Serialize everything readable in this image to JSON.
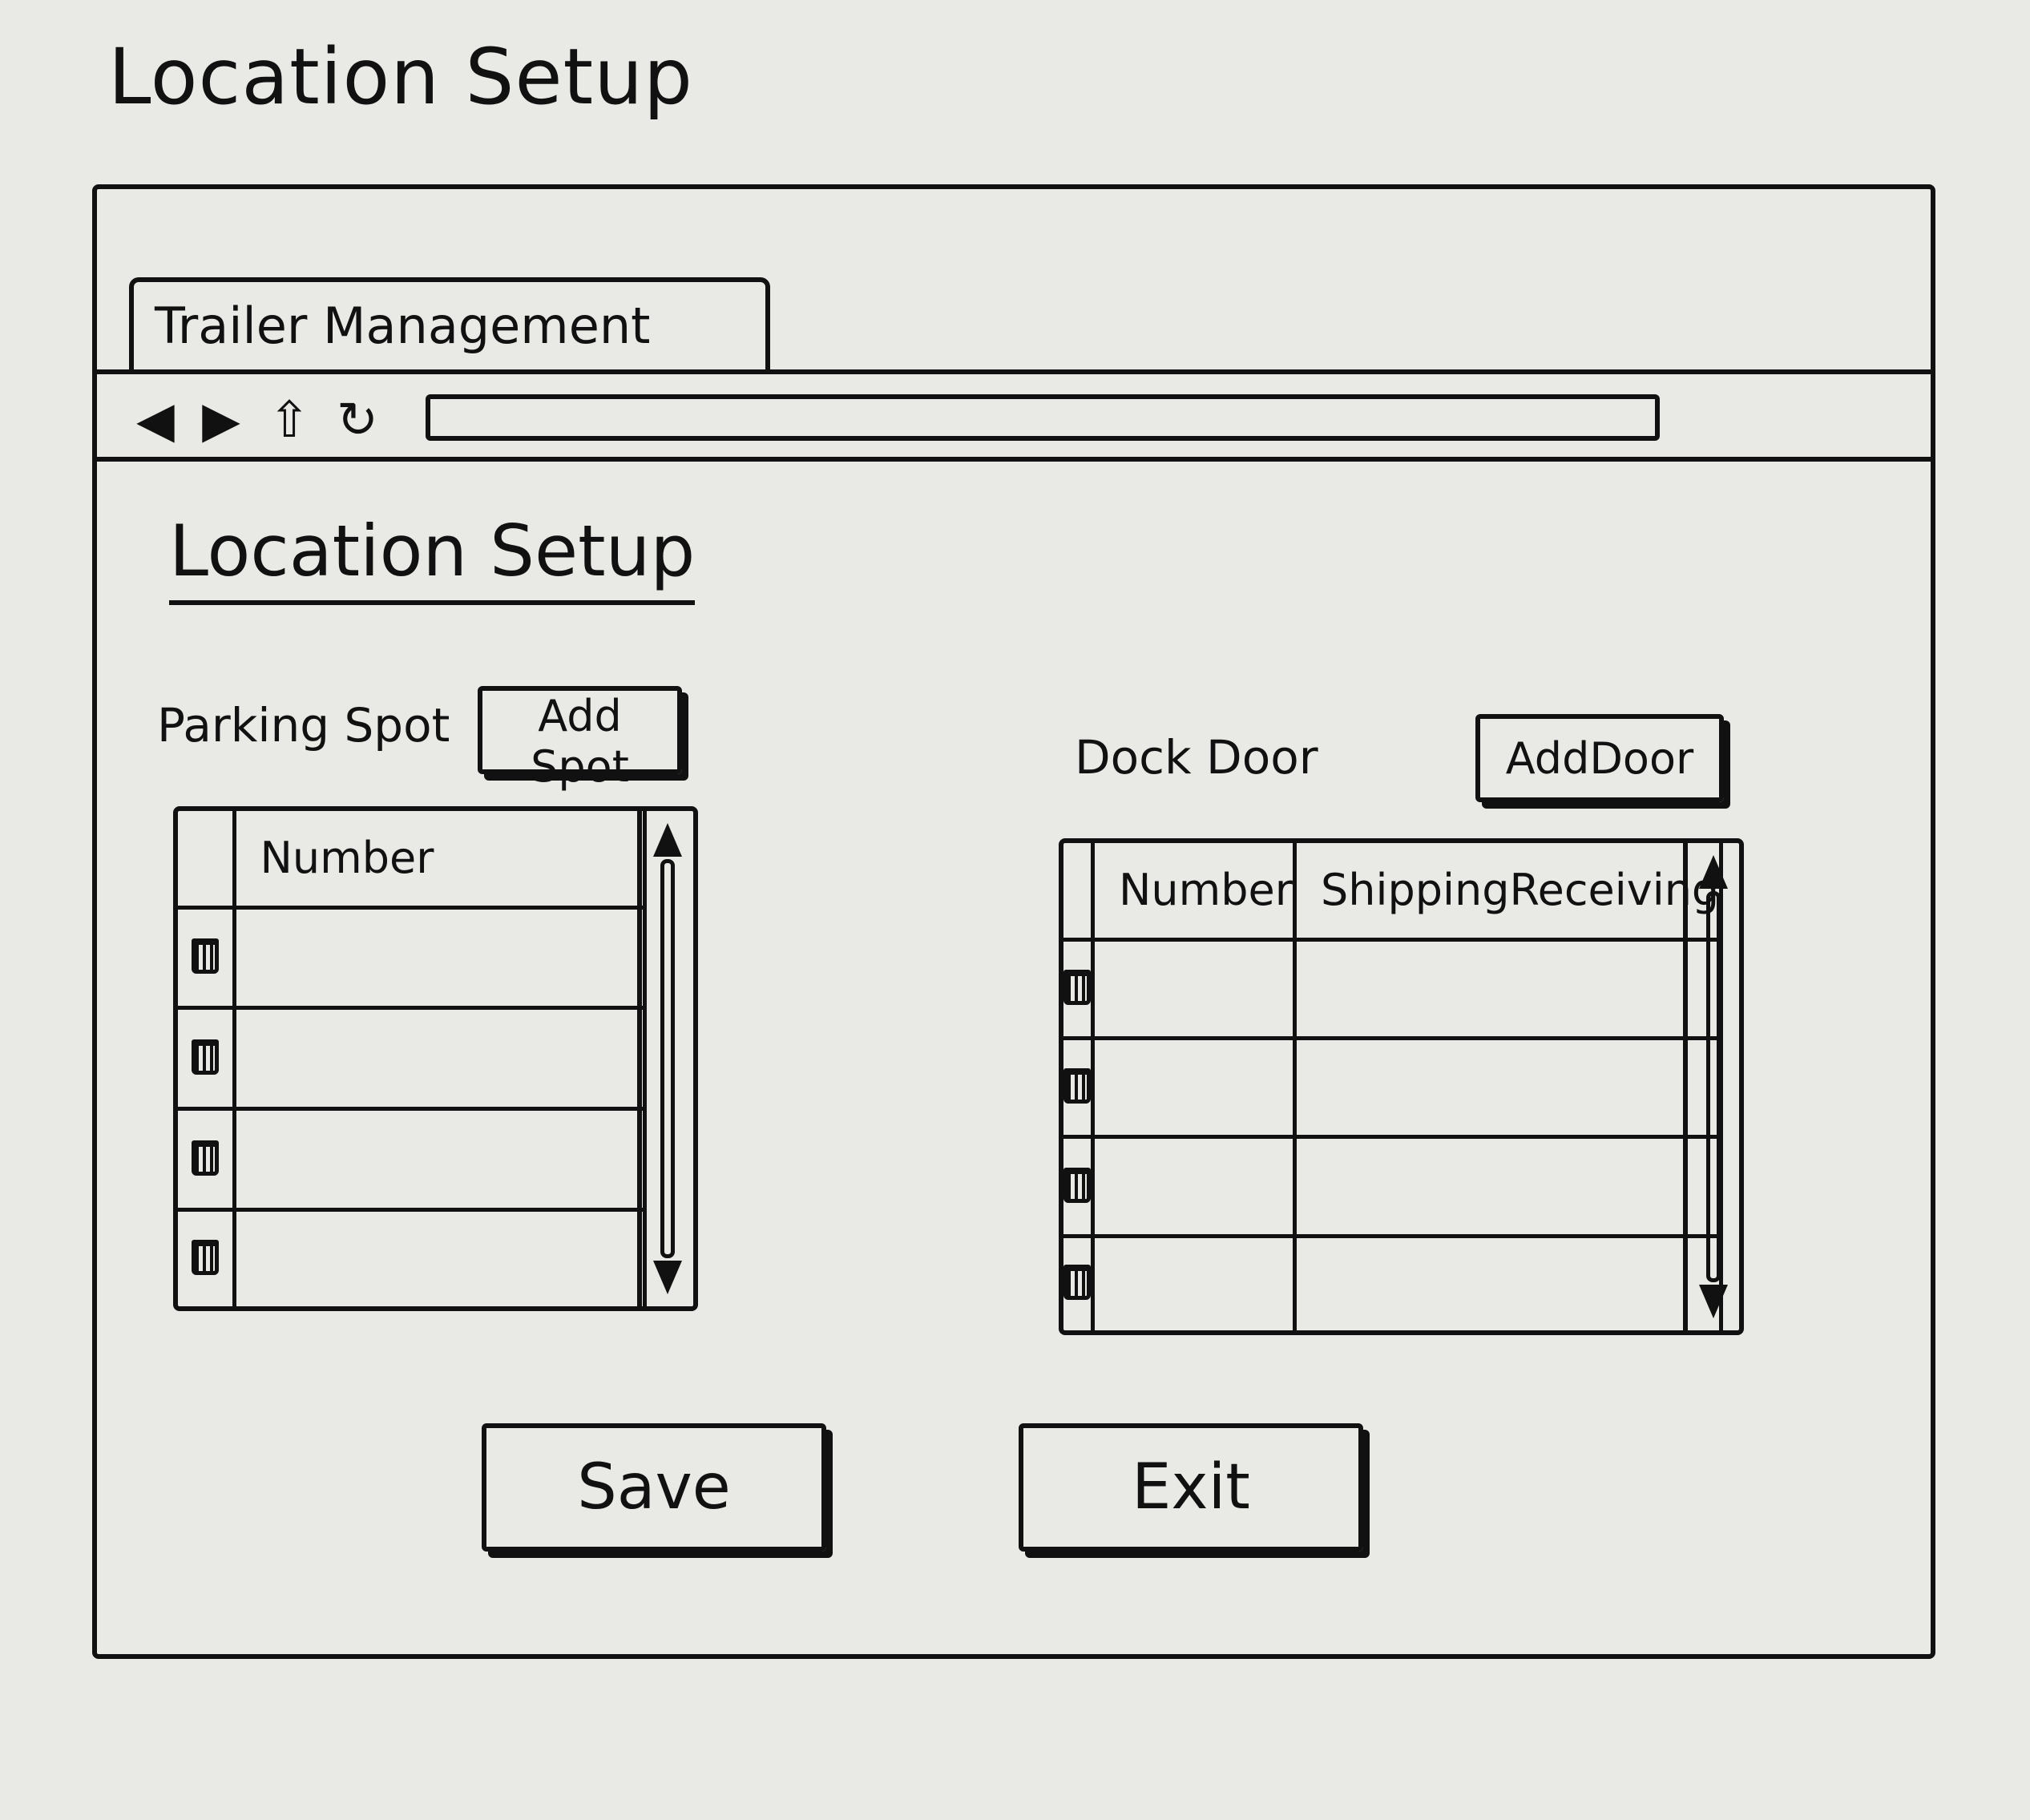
{
  "sketch_title": "Location Setup",
  "browser": {
    "tab_label": "Trailer Management",
    "nav_icons": [
      "back-arrow",
      "forward-arrow",
      "up-arrow",
      "refresh"
    ]
  },
  "page": {
    "heading": "Location Setup",
    "parking_spot": {
      "label": "Parking Spot",
      "add_button": "Add Spot",
      "columns": [
        "Number"
      ],
      "rows": 4,
      "row_icon": "trash"
    },
    "dock_door": {
      "label": "Dock Door",
      "add_button": "AddDoor",
      "columns": [
        "Number",
        "ShippingReceiving"
      ],
      "rows": 4,
      "row_icon": "trash"
    },
    "actions": {
      "save": "Save",
      "exit": "Exit"
    }
  }
}
